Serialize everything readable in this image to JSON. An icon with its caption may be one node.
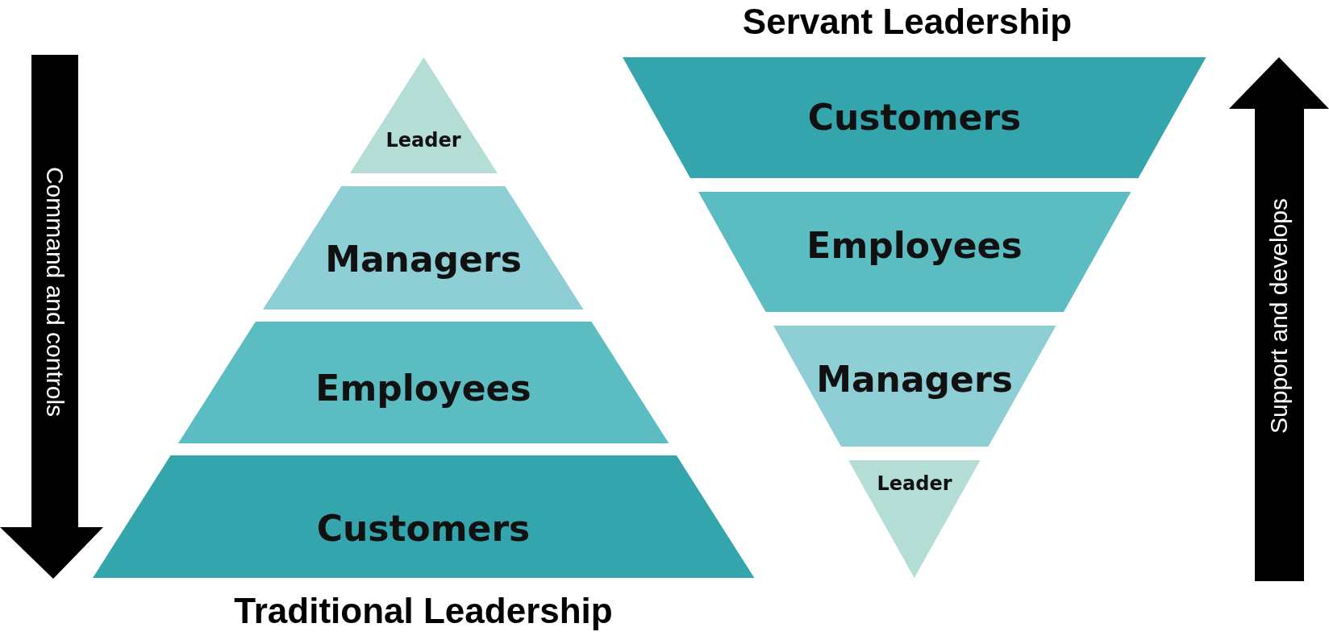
{
  "diagram": {
    "nodes": [
      {
        "text": [
          "Leader"
        ]
      },
      {
        "text": [
          "Managers"
        ]
      },
      {
        "text": [
          "Employees"
        ]
      },
      {
        "text": [
          "Customers"
        ]
      },
      {
        "text": [
          "Customers"
        ]
      },
      {
        "text": [
          "Employees"
        ]
      },
      {
        "text": [
          "Managers"
        ]
      },
      {
        "text": [
          "Leader"
        ]
      }
    ],
    "labels": [
      "Servant Leadership",
      "Command and controls",
      "Support and develops",
      "Traditional Leadership"
    ]
  }
}
